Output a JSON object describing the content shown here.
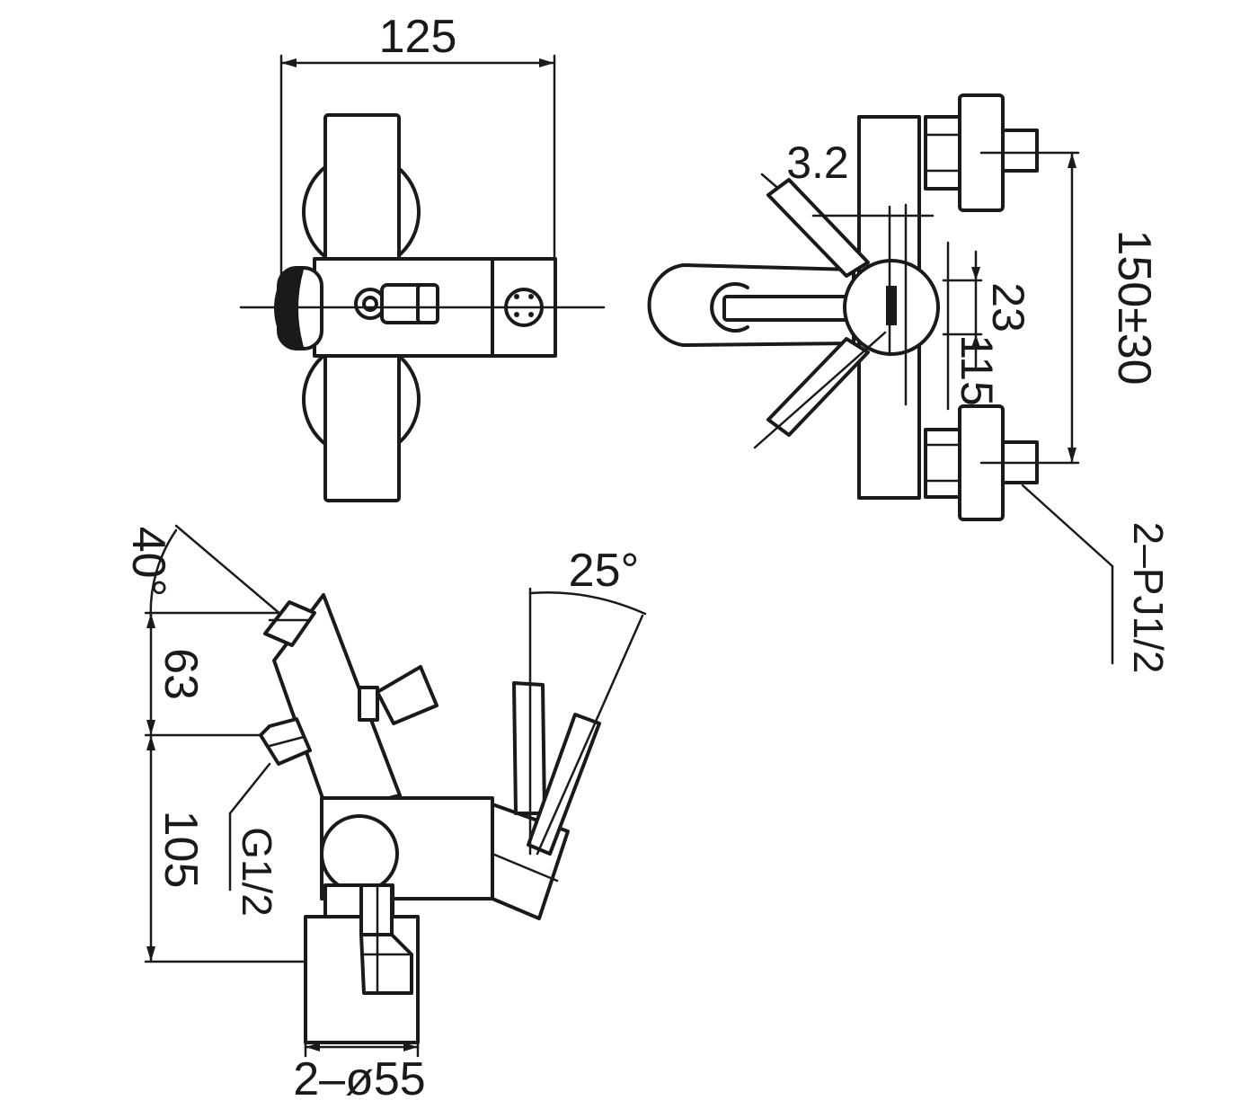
{
  "dimensions": {
    "width_125": "125",
    "offset_3_2": "3.2",
    "height_23": "23",
    "depth_115": "115",
    "centers_150_30": "150±30",
    "connections_pj": "2–PJ1/2",
    "angle_40": "40°",
    "height_63": "63",
    "height_105": "105",
    "thread_g12": "G1/2",
    "angle_25": "25°",
    "flange_d55": "2–ø55"
  }
}
